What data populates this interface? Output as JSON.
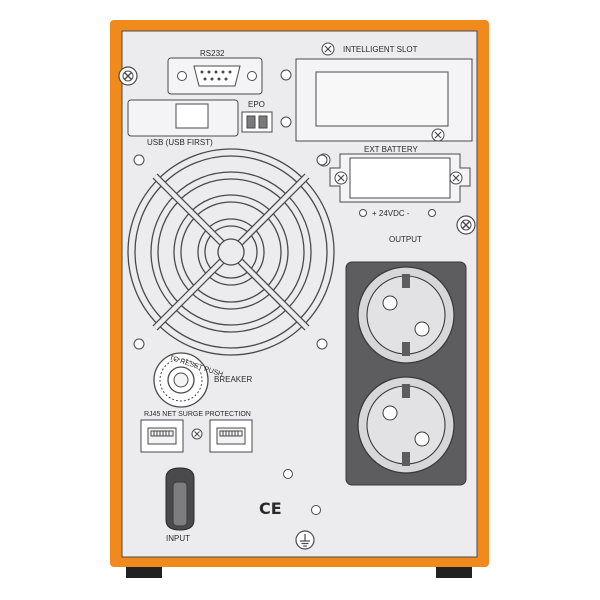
{
  "colors": {
    "frame": "#f08a1c",
    "panel": "#ececef",
    "line": "#4a4a4a",
    "socket_block": "#5d5d5f",
    "socket_face": "#d7d7da"
  },
  "labels": {
    "rs232": "RS232",
    "intelligent_slot": "INTELLIGENT SLOT",
    "usb": "USB (USB FIRST)",
    "epo": "EPO",
    "ext_battery": "EXT BATTERY",
    "dc_voltage": "+ 24VDC -",
    "output": "OUTPUT",
    "breaker": "BREAKER",
    "breaker_ring": "TO RESET PUSH",
    "rj45": "RJ45 NET SURGE PROTECTION",
    "ce_mark": "CE",
    "input": "INPUT"
  },
  "icons": {
    "frame_screw": "screw-icon",
    "ground": "ground-icon",
    "fan": "fan-grille-icon"
  }
}
